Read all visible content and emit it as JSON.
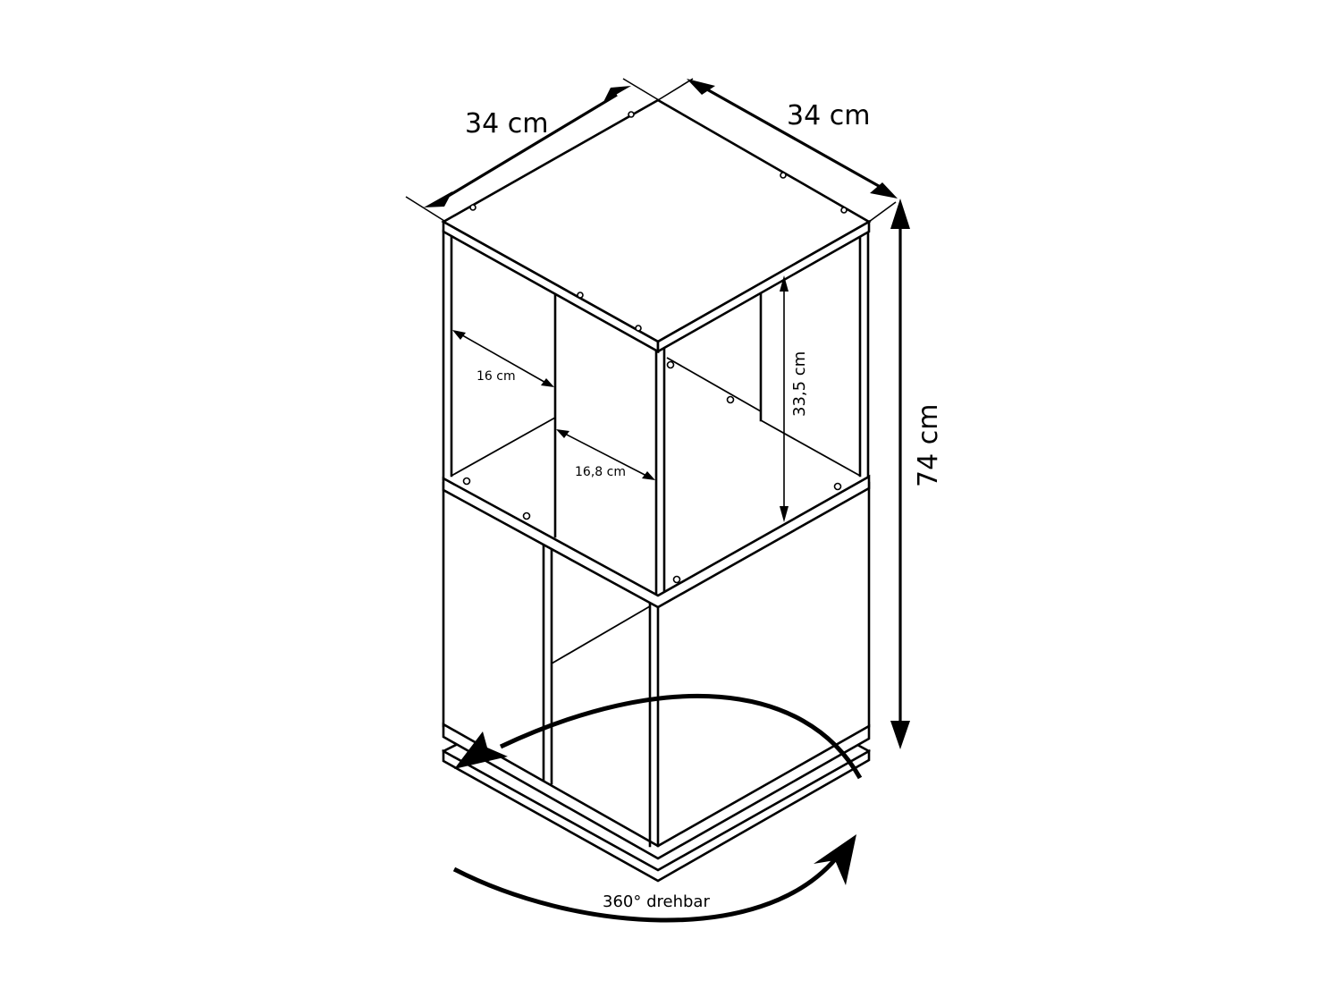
{
  "diagram": {
    "subject": "rotating cube shelf",
    "background_color": "#ffffff",
    "line_color": "#000000",
    "dimensions": {
      "width_left": {
        "label": "34 cm",
        "value": 34,
        "unit": "cm"
      },
      "width_right": {
        "label": "34 cm",
        "value": 34,
        "unit": "cm"
      },
      "total_height": {
        "label": "74 cm",
        "value": 74,
        "unit": "cm"
      },
      "compartment_height": {
        "label": "33,5 cm",
        "value": 33.5,
        "unit": "cm"
      },
      "compartment_depth_narrow": {
        "label": "16 cm",
        "value": 16,
        "unit": "cm"
      },
      "compartment_depth_wide": {
        "label": "16,8 cm",
        "value": 16.8,
        "unit": "cm"
      }
    },
    "rotation": {
      "label": "360° drehbar",
      "degrees": 360
    }
  }
}
